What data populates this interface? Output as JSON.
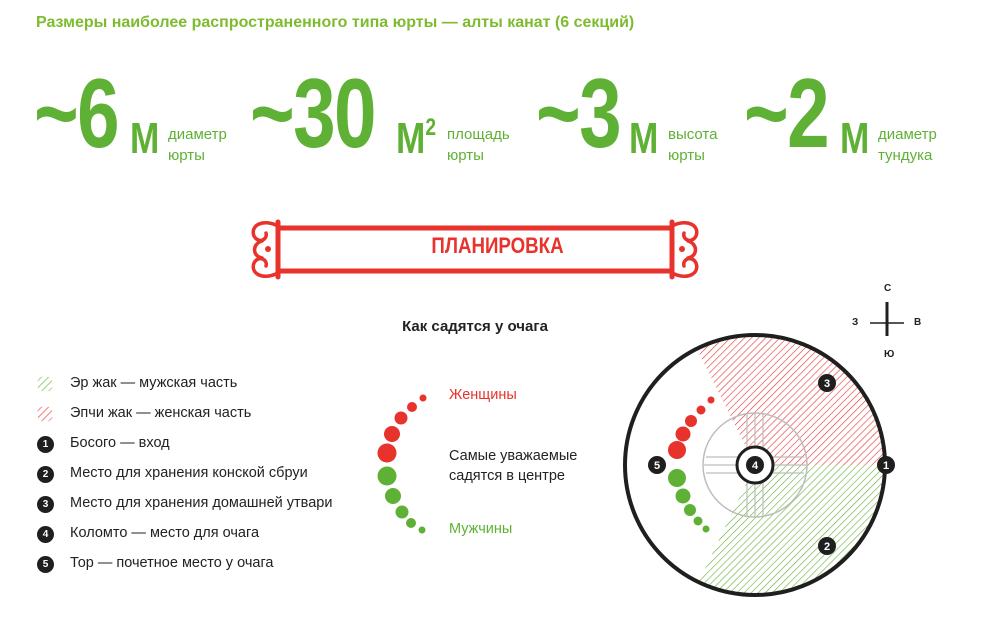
{
  "header": {
    "title": "Размеры наиболее распространенного типа юрты — алты канат (6 секций)"
  },
  "stats": [
    {
      "value": "~6",
      "unit": "М",
      "sup": "",
      "desc1": "диаметр",
      "desc2": "юрты"
    },
    {
      "value": "~30",
      "unit": "М",
      "sup": "2",
      "desc1": "площадь",
      "desc2": "юрты"
    },
    {
      "value": "~3",
      "unit": "М",
      "sup": "",
      "desc1": "высота",
      "desc2": "юрты"
    },
    {
      "value": "~2",
      "unit": "М",
      "sup": "",
      "desc1": "диаметр",
      "desc2": "тундука"
    }
  ],
  "banner": {
    "title": "ПЛАНИРОВКА"
  },
  "seating": {
    "title": "Как садятся у очага",
    "women": "Женщины",
    "center_line1": "Самые уважаемые",
    "center_line2": "садятся в центре",
    "men": "Мужчины"
  },
  "legend": {
    "items": [
      {
        "marker": "green-hatch",
        "label": "Эр жак — мужская часть"
      },
      {
        "marker": "red-hatch",
        "label": "Эпчи жак — женская часть"
      },
      {
        "marker": "1",
        "label": "Босого — вход"
      },
      {
        "marker": "2",
        "label": "Место для хранения конской сбруи"
      },
      {
        "marker": "3",
        "label": "Место для хранения домашней утвари"
      },
      {
        "marker": "4",
        "label": "Коломто — место для очага"
      },
      {
        "marker": "5",
        "label": "Тор — почетное место у очага"
      }
    ]
  },
  "compass": {
    "north": "С",
    "south": "Ю",
    "west": "З",
    "east": "В"
  },
  "plan": {
    "n1": "1",
    "n2": "2",
    "n3": "3",
    "n4": "4",
    "n5": "5"
  },
  "colors": {
    "green": "#5fb135",
    "red": "#e8322c",
    "dark": "#1f1f1f"
  }
}
